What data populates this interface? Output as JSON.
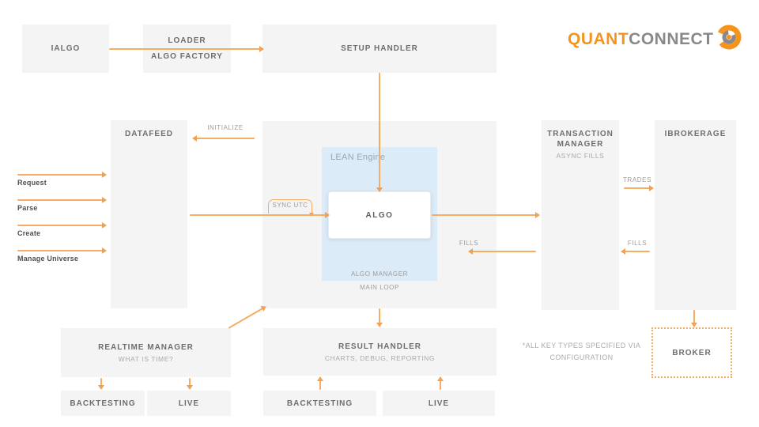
{
  "logo": {
    "part1": "QUANT",
    "part2": "CONNECT",
    "icon": "quantconnect-swirl-icon"
  },
  "nodes": {
    "ialgo": {
      "label": "IALGO"
    },
    "loader": {
      "line1": "LOADER",
      "line2": "ALGO FACTORY"
    },
    "setup_handler": {
      "label": "SETUP HANDLER"
    },
    "datafeed": {
      "label": "DATAFEED"
    },
    "lean_engine": {
      "label": "LEAN Engine"
    },
    "algo": {
      "label": "ALGO"
    },
    "algo_manager": {
      "label": "ALGO MANAGER"
    },
    "main_loop": {
      "label": "MAIN LOOP"
    },
    "transaction_manager": {
      "title": "TRANSACTION MANAGER",
      "subtitle": "ASYNC FILLS"
    },
    "ibrokerage": {
      "label": "IBROKERAGE"
    },
    "realtime_manager": {
      "title": "REALTIME MANAGER",
      "subtitle": "WHAT IS TIME?"
    },
    "result_handler": {
      "title": "RESULT HANDLER",
      "subtitle": "CHARTS, DEBUG, REPORTING"
    },
    "backtesting_realtime": {
      "label": "BACKTESTING"
    },
    "live_realtime": {
      "label": "LIVE"
    },
    "backtesting_result": {
      "label": "BACKTESTING"
    },
    "live_result": {
      "label": "LIVE"
    },
    "broker": {
      "label": "BROKER"
    }
  },
  "edge_labels": {
    "initialize": "INITIALIZE",
    "sync_utc": "SYNC UTC",
    "trades": "TRADES",
    "fills_from_transaction_manager": "FILLS",
    "fills_from_ibrokerage": "FILLS"
  },
  "side_labels": [
    "Request",
    "Parse",
    "Create",
    "Manage Universe"
  ],
  "note": {
    "line1": "*ALL KEY TYPES SPECIFIED VIA",
    "line2": "CONFIGURATION"
  },
  "colors": {
    "accent_orange": "#F2A154",
    "logo_orange": "#F5941D",
    "logo_gray": "#87898C",
    "box_gray": "#F4F4F4",
    "lean_blue": "#DCEBF8"
  }
}
